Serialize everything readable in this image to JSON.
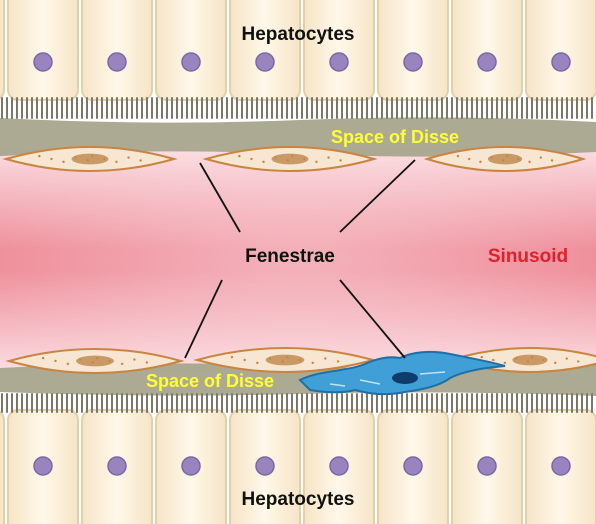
{
  "labels": {
    "hepatocytes_top": "Hepatocytes",
    "hepatocytes_bottom": "Hepatocytes",
    "space_of_disse_top": "Space of Disse",
    "space_of_disse_bottom": "Space of Disse",
    "fenestrae": "Fenestrae",
    "sinusoid": "Sinusoid"
  },
  "colors": {
    "hepatocyte_fill": "#fbf0dc",
    "hepatocyte_border": "#e3cfa8",
    "nucleus": "#9a84bf",
    "space_of_disse_band": "#a8a58c",
    "microvilli": "#7b786a",
    "sinusoid_center": "#e8707f",
    "endothelial_cell": "#f7e6d2",
    "endothelial_border": "#c9843f",
    "endothelial_nucleus": "#c99a66",
    "stellate_cell": "#3f9fd6",
    "space_label": "#ffff33",
    "sinusoid_label": "#e0202a",
    "text_dark": "#111111"
  }
}
